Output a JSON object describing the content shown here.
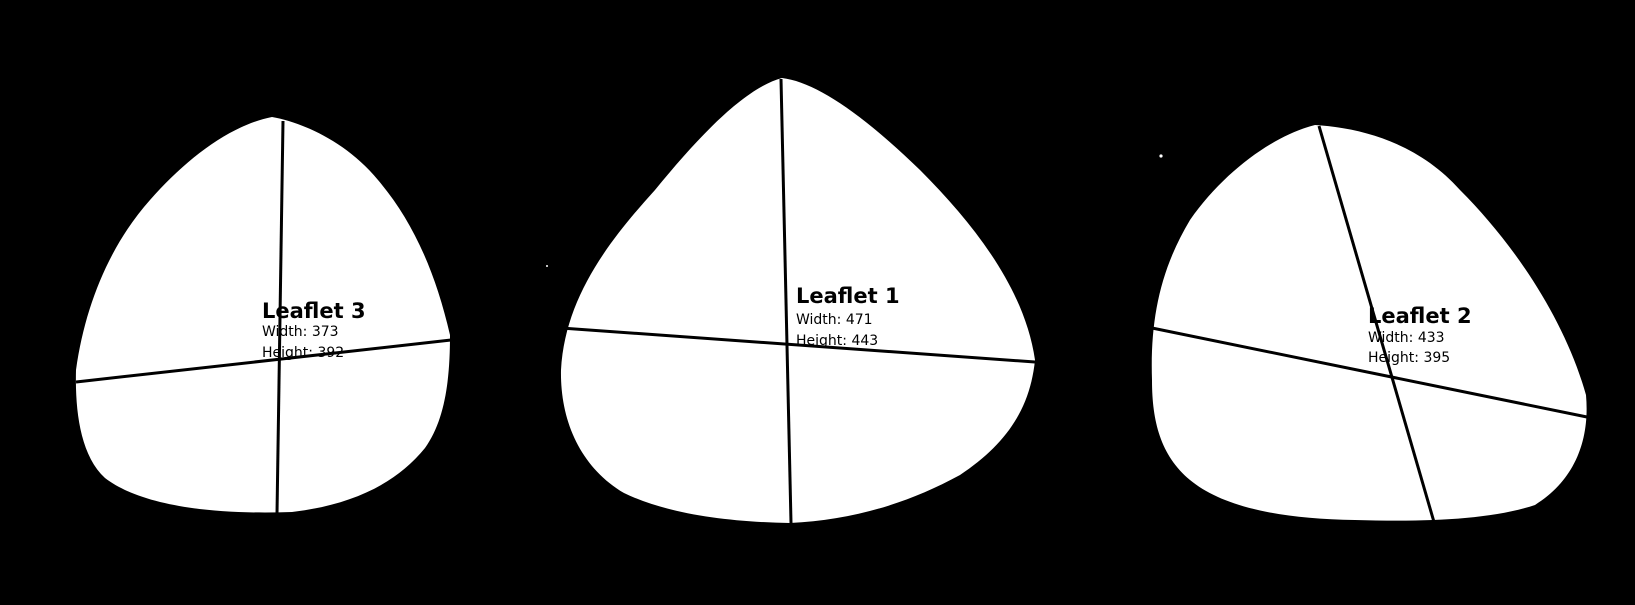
{
  "colors": {
    "background": "#000000",
    "leaf_fill": "#ffffff",
    "line": "#000000"
  },
  "leaflets": [
    {
      "title": "Leaflet 3",
      "width_text": "Width: 373",
      "height_text": "Height: 392"
    },
    {
      "title": "Leaflet 1",
      "width_text": "Width: 471",
      "height_text": "Height: 443"
    },
    {
      "title": "Leaflet 2",
      "width_text": "Width: 433",
      "height_text": "Height: 395"
    }
  ]
}
